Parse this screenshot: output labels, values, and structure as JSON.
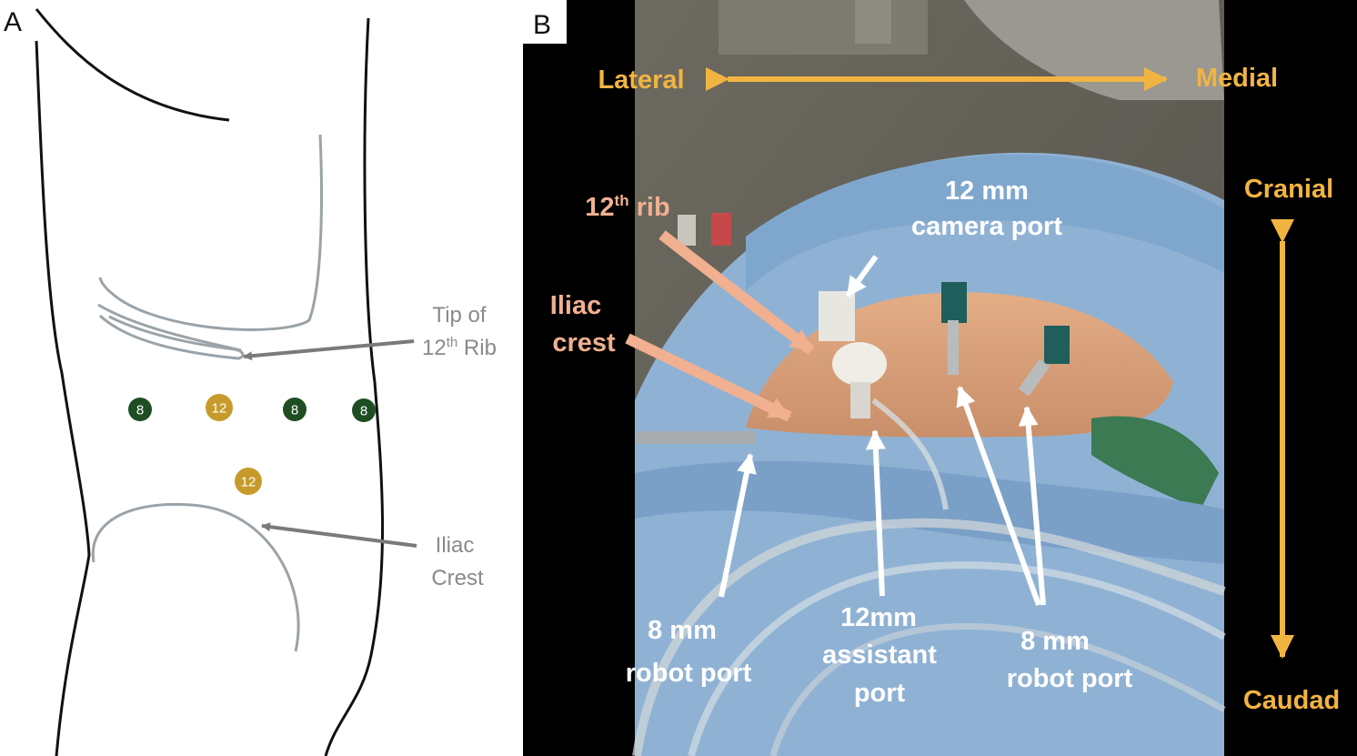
{
  "panel_a": {
    "letter": "A",
    "rib_label": {
      "line1": "Tip of",
      "line2_prefix": "12",
      "line2_sup": "th",
      "line2_suffix": " Rib"
    },
    "crest_label": {
      "line1": "Iliac",
      "line2": "Crest"
    },
    "ports": [
      "8",
      "12",
      "8",
      "8",
      "12"
    ],
    "colors": {
      "outline": "#111111",
      "bone": "#9aa3a8",
      "arrow": "#7a7a7a",
      "port_8": "#1f4d22",
      "port_12": "#c79a2b"
    }
  },
  "panel_b": {
    "letter": "B",
    "directions": {
      "lateral": "Lateral",
      "medial": "Medial",
      "cranial": "Cranial",
      "caudad": "Caudad"
    },
    "anatomy": {
      "rib_prefix": "12",
      "rib_sup": "th",
      "rib_suffix": " rib",
      "iliac_line1": "Iliac",
      "iliac_line2": "crest"
    },
    "ports": {
      "camera_line1": "12 mm",
      "camera_line2": "camera port",
      "robot_left_line1": "8 mm",
      "robot_left_line2": "robot port",
      "assistant_line1": "12mm",
      "assistant_line2": "assistant",
      "assistant_line3": "port",
      "robot_right_line1": "8 mm",
      "robot_right_line2": "robot port"
    },
    "colors": {
      "direction": "#f2b441",
      "anatomy": "#f1b08f",
      "port_text": "#ffffff",
      "drape": "#8fb2d4",
      "skin": "#d9a27e"
    }
  }
}
